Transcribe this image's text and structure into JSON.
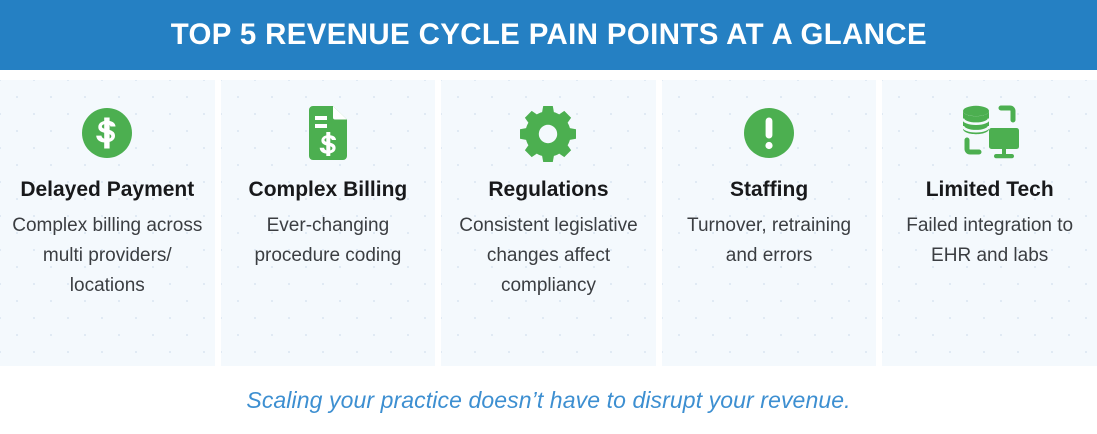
{
  "header": {
    "title": "TOP 5 REVENUE CYCLE PAIN POINTS AT A GLANCE",
    "background_color": "#2580c3",
    "text_color": "#ffffff"
  },
  "theme": {
    "accent_green": "#4CAF50",
    "accent_blue": "#2580c3",
    "card_background": "#f4f9fd",
    "heading_color": "#18191b",
    "body_color": "#3b3e42",
    "footer_color": "#3d8fd1"
  },
  "cards": [
    {
      "icon": "dollar-circle-icon",
      "title": "Delayed Payment",
      "body": "Complex billing across multi providers/ locations"
    },
    {
      "icon": "invoice-document-icon",
      "title": "Complex Billing",
      "body": "Ever-changing procedure coding"
    },
    {
      "icon": "gear-icon",
      "title": "Regulations",
      "body": "Consistent legislative changes affect compliancy"
    },
    {
      "icon": "exclamation-circle-icon",
      "title": "Staffing",
      "body": "Turnover, retraining and errors"
    },
    {
      "icon": "database-monitor-icon",
      "title": "Limited Tech",
      "body": "Failed integration to EHR and labs"
    }
  ],
  "footer": {
    "tagline": "Scaling your practice doesn’t have to disrupt your revenue."
  }
}
